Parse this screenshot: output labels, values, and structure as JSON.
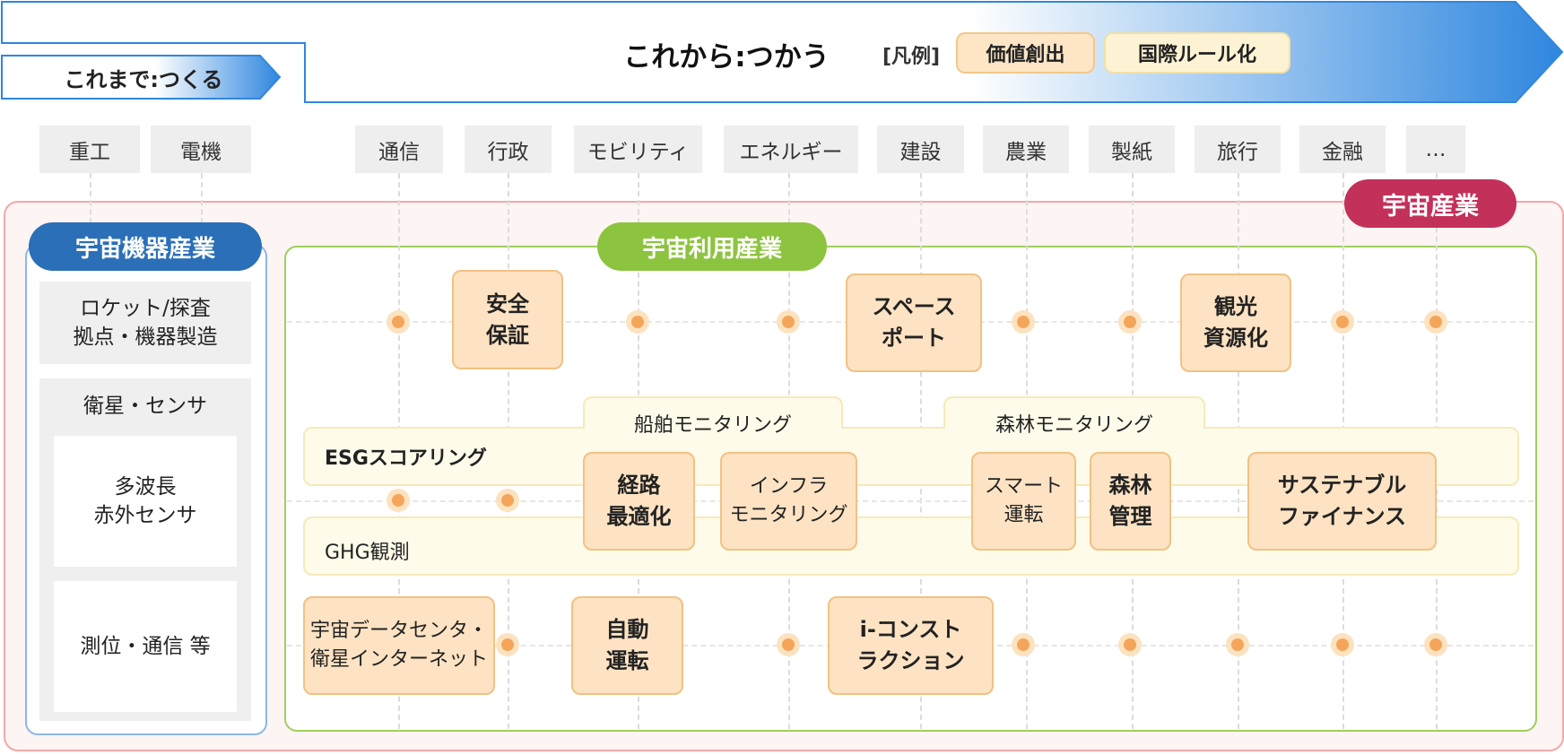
{
  "header": {
    "now_label": "これまで:つくる",
    "future_label": "これから:つかう",
    "legend_label": "[凡例]",
    "legend_value": "価値創出",
    "legend_rule": "国際ルール化"
  },
  "industries": [
    "重工",
    "電機",
    "通信",
    "行政",
    "モビリティ",
    "エネルギー",
    "建設",
    "農業",
    "製紙",
    "旅行",
    "金融",
    "…"
  ],
  "space_industry_label": "宇宙産業",
  "equipment": {
    "title": "宇宙機器産業",
    "rocket_line1": "ロケット/探査",
    "rocket_line2": "拠点・機器製造",
    "satellite_title": "衛星・センサ",
    "sensor_line1": "多波長",
    "sensor_line2": "赤外センサ",
    "positioning": "測位・通信 等"
  },
  "utilization": {
    "title": "宇宙利用産業",
    "bands": {
      "ship": "船舶モニタリング",
      "forest": "森林モニタリング",
      "esg": "ESGスコアリング",
      "ghg": "GHG観測"
    },
    "cases": {
      "security": [
        "安全",
        "保証"
      ],
      "spaceport": [
        "スペース",
        "ポート"
      ],
      "tourism": [
        "観光",
        "資源化"
      ],
      "route": [
        "経路",
        "最適化"
      ],
      "infra": [
        "インフラ",
        "モニタリング"
      ],
      "smart": [
        "スマート",
        "運転"
      ],
      "forestmgmt": [
        "森林",
        "管理"
      ],
      "finance": [
        "サステナブル",
        "ファイナンス"
      ],
      "datacenter": [
        "宇宙データセンタ・",
        "衛星インターネット"
      ],
      "autodrive": [
        "自動",
        "運転"
      ],
      "iconstruction": [
        "i-コンスト",
        "ラクション"
      ]
    }
  },
  "colors": {
    "arrow_blue": "#2f86df",
    "space_red": "#c3305a",
    "equip_blue": "#2a6fb7",
    "use_green": "#8dc43f",
    "case_fill": "#fde3c3",
    "dot_orange": "#f5a55a"
  }
}
